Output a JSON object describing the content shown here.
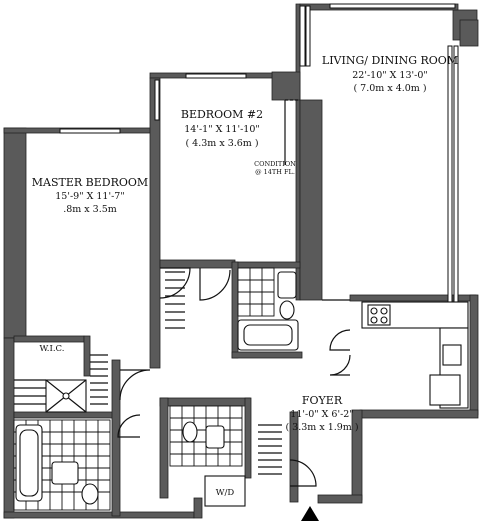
{
  "rooms": {
    "master_bedroom": {
      "name": "MASTER BEDROOM",
      "dims_imperial": "15'-9\" X 11'-7\"",
      "dims_metric": ".8m x 3.5m"
    },
    "bedroom2": {
      "name": "BEDROOM #2",
      "dims_imperial": "14'-1\" X 11'-10\"",
      "dims_metric": "( 4.3m x 3.6m )"
    },
    "living_dining": {
      "name": "LIVING/ DINING ROOM",
      "dims_imperial": "22'-10\" X 13'-0\"",
      "dims_metric": "( 7.0m x 4.0m )"
    },
    "foyer": {
      "name": "FOYER",
      "dims_imperial": "11'-0\" X 6'-2\"",
      "dims_metric": "( 3.3m x 1.9m )"
    }
  },
  "labels": {
    "condition_line1": "CONDITION",
    "condition_line2": "@ 14TH FL.",
    "wic": "W.I.C.",
    "wd": "W/D"
  },
  "icons": {
    "entry": "entry-arrow-icon"
  },
  "colors": {
    "wall": "#5a5a5a",
    "line": "#111111",
    "background": "#ffffff"
  }
}
